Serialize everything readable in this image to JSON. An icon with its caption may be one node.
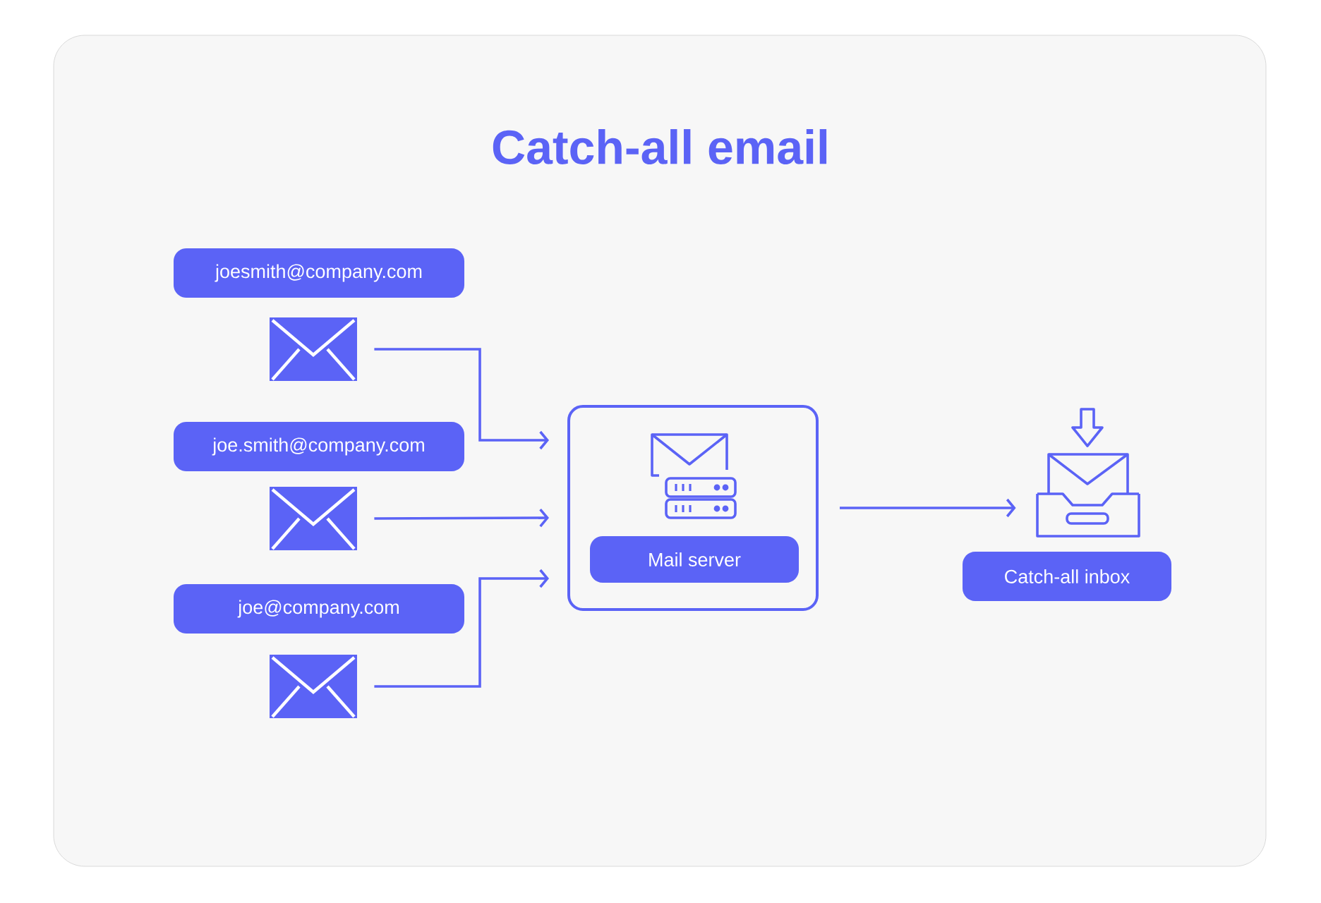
{
  "diagram": {
    "title": "Catch-all email",
    "nodes": [
      {
        "text": [
          "joesmith@company.com"
        ]
      },
      {
        "text": [],
        "shape": "envelope"
      },
      {
        "text": [
          "joe.smith@company.com"
        ]
      },
      {
        "text": [],
        "shape": "envelope"
      },
      {
        "text": [
          "joe@company.com"
        ]
      },
      {
        "text": [],
        "shape": "envelope"
      },
      {
        "text": [],
        "shape": "box"
      },
      {
        "text": [
          "Mail server"
        ],
        "in": 6
      },
      {
        "text": [],
        "shape": "inbox"
      },
      {
        "text": [
          "Catch-all inbox"
        ]
      }
    ],
    "edges": [
      {
        "from": 1,
        "to": 6,
        "arrow": "to"
      },
      {
        "from": 3,
        "to": 6,
        "arrow": "to"
      },
      {
        "from": 5,
        "to": 6,
        "arrow": "to"
      },
      {
        "from": 6,
        "to": 8,
        "arrow": "to"
      }
    ]
  }
}
